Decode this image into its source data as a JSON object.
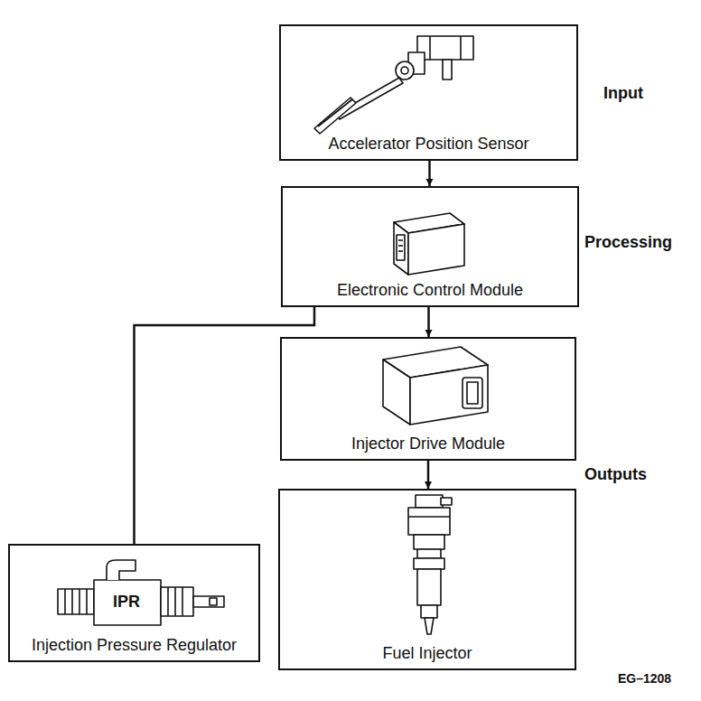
{
  "diagram": {
    "nodes": [
      {
        "text": [
          "Accelerator Position Sensor"
        ]
      },
      {
        "text": [
          "Electronic Control Module"
        ]
      },
      {
        "text": [
          "Injector Drive Module"
        ]
      },
      {
        "text": [
          "Injection Pressure Regulator"
        ]
      },
      {
        "text": [
          "Fuel Injector"
        ]
      }
    ],
    "edges": [
      {
        "from": 0,
        "to": 1,
        "arrow": "to"
      },
      {
        "from": 1,
        "to": 2,
        "arrow": "to"
      },
      {
        "from": 2,
        "to": 4,
        "arrow": "to"
      },
      {
        "from": 1,
        "to": 3,
        "arrow": "none"
      }
    ],
    "labels": [
      "Input",
      "Processing",
      "Outputs",
      "IPR",
      "EG–1208"
    ]
  }
}
